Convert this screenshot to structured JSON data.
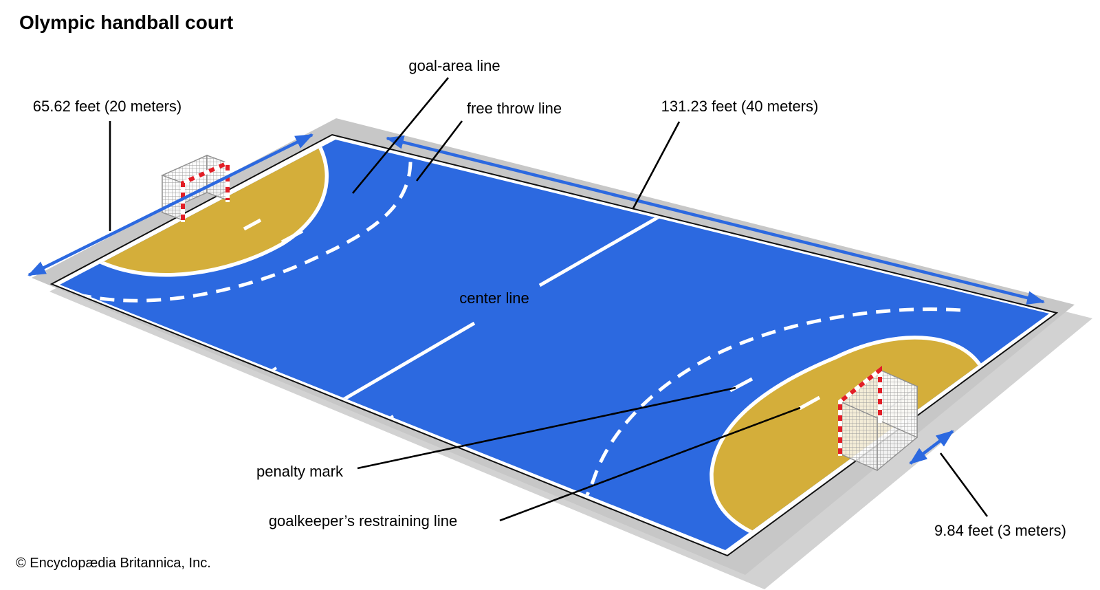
{
  "title": "Olympic handball court",
  "copyright": "© Encyclopædia Britannica, Inc.",
  "labels": {
    "goal_area_line": "goal-area line",
    "free_throw_line": "free throw line",
    "court_width": "65.62 feet (20 meters)",
    "court_length": "131.23 feet (40 meters)",
    "center_line": "center line",
    "penalty_mark": "penalty mark",
    "goalkeeper_restraining_line": "goalkeeper’s restraining line",
    "goal_width": "9.84 feet (3 meters)"
  },
  "colors": {
    "court_blue": "#2C69E0",
    "goal_area_gold": "#D4AE3A",
    "border_gray": "#C7C7C7",
    "shadow_gray": "#D2D2D2",
    "marking_white": "#FFFFFF",
    "arrow_blue": "#2C69E0",
    "goal_post_red": "#E21E26",
    "text_black": "#000000"
  }
}
